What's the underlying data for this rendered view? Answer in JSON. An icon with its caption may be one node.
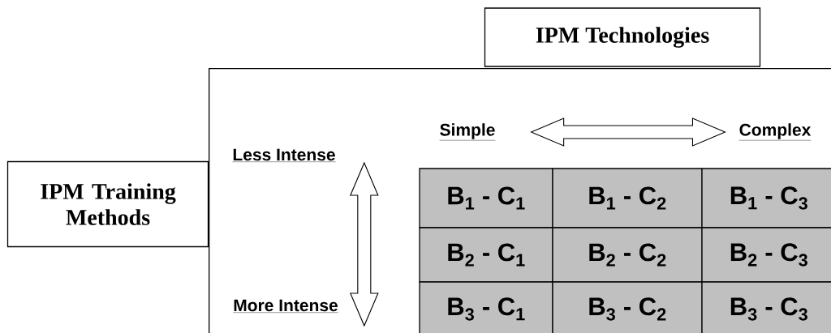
{
  "diagram": {
    "nodes": [
      {
        "text": [
          "IPM Technologies"
        ]
      },
      {
        "text": [],
        "shape": "box"
      },
      {
        "text": [
          "Simple"
        ],
        "in": 1
      },
      {
        "text": [
          "Complex"
        ],
        "in": 1
      },
      {
        "text": [
          "Less Intense"
        ],
        "in": 1
      },
      {
        "text": [
          "More Intense"
        ],
        "in": 1
      },
      {
        "text": [
          "IPM Training Methods"
        ]
      },
      {
        "text": [
          "B$_{1}$ - C$_{1}$"
        ],
        "in": 1
      },
      {
        "text": [
          "B$_{1}$ - C$_{2}$"
        ],
        "in": 1
      },
      {
        "text": [
          "B$_{1}$ - C$_{3}$"
        ],
        "in": 1
      },
      {
        "text": [
          "B$_{2}$ - C$_{1}$"
        ],
        "in": 1
      },
      {
        "text": [
          "B$_{2}$ - C$_{2}$"
        ],
        "in": 1
      },
      {
        "text": [
          "B$_{2}$ - C$_{3}$"
        ],
        "in": 1
      },
      {
        "text": [
          "B$_{3}$ - C$_{1}$"
        ],
        "in": 1
      },
      {
        "text": [
          "B$_{3}$ - C$_{2}$"
        ],
        "in": 1
      },
      {
        "text": [
          "B$_{3}$ - C$_{3}$"
        ],
        "in": 1
      }
    ],
    "edges": [
      {
        "from": 2,
        "to": 3,
        "arrow": "both"
      },
      {
        "from": 4,
        "to": 5,
        "arrow": "both"
      }
    ]
  }
}
